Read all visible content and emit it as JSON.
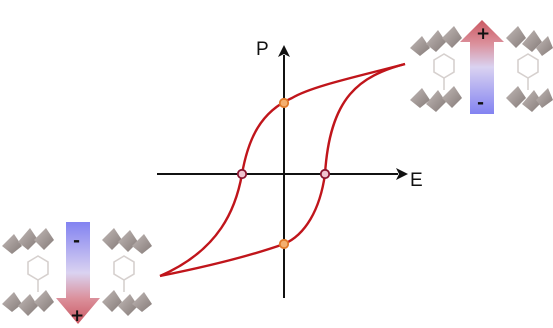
{
  "diagram": {
    "axes": {
      "y_label": "P",
      "x_label": "E"
    },
    "colors": {
      "loop": "#c0151b",
      "axis": "#111111",
      "coercive_point": "#8a1530",
      "remanent_point": "#e07b2a",
      "arrow_positive": "#c8505a",
      "arrow_negative": "#7c7cf0",
      "framework": "#8c7f7c"
    },
    "structures": [
      {
        "id": "polarized-up",
        "top_sign": "+",
        "bottom_sign": "-"
      },
      {
        "id": "polarized-down",
        "top_sign": "-",
        "bottom_sign": "+"
      }
    ]
  }
}
